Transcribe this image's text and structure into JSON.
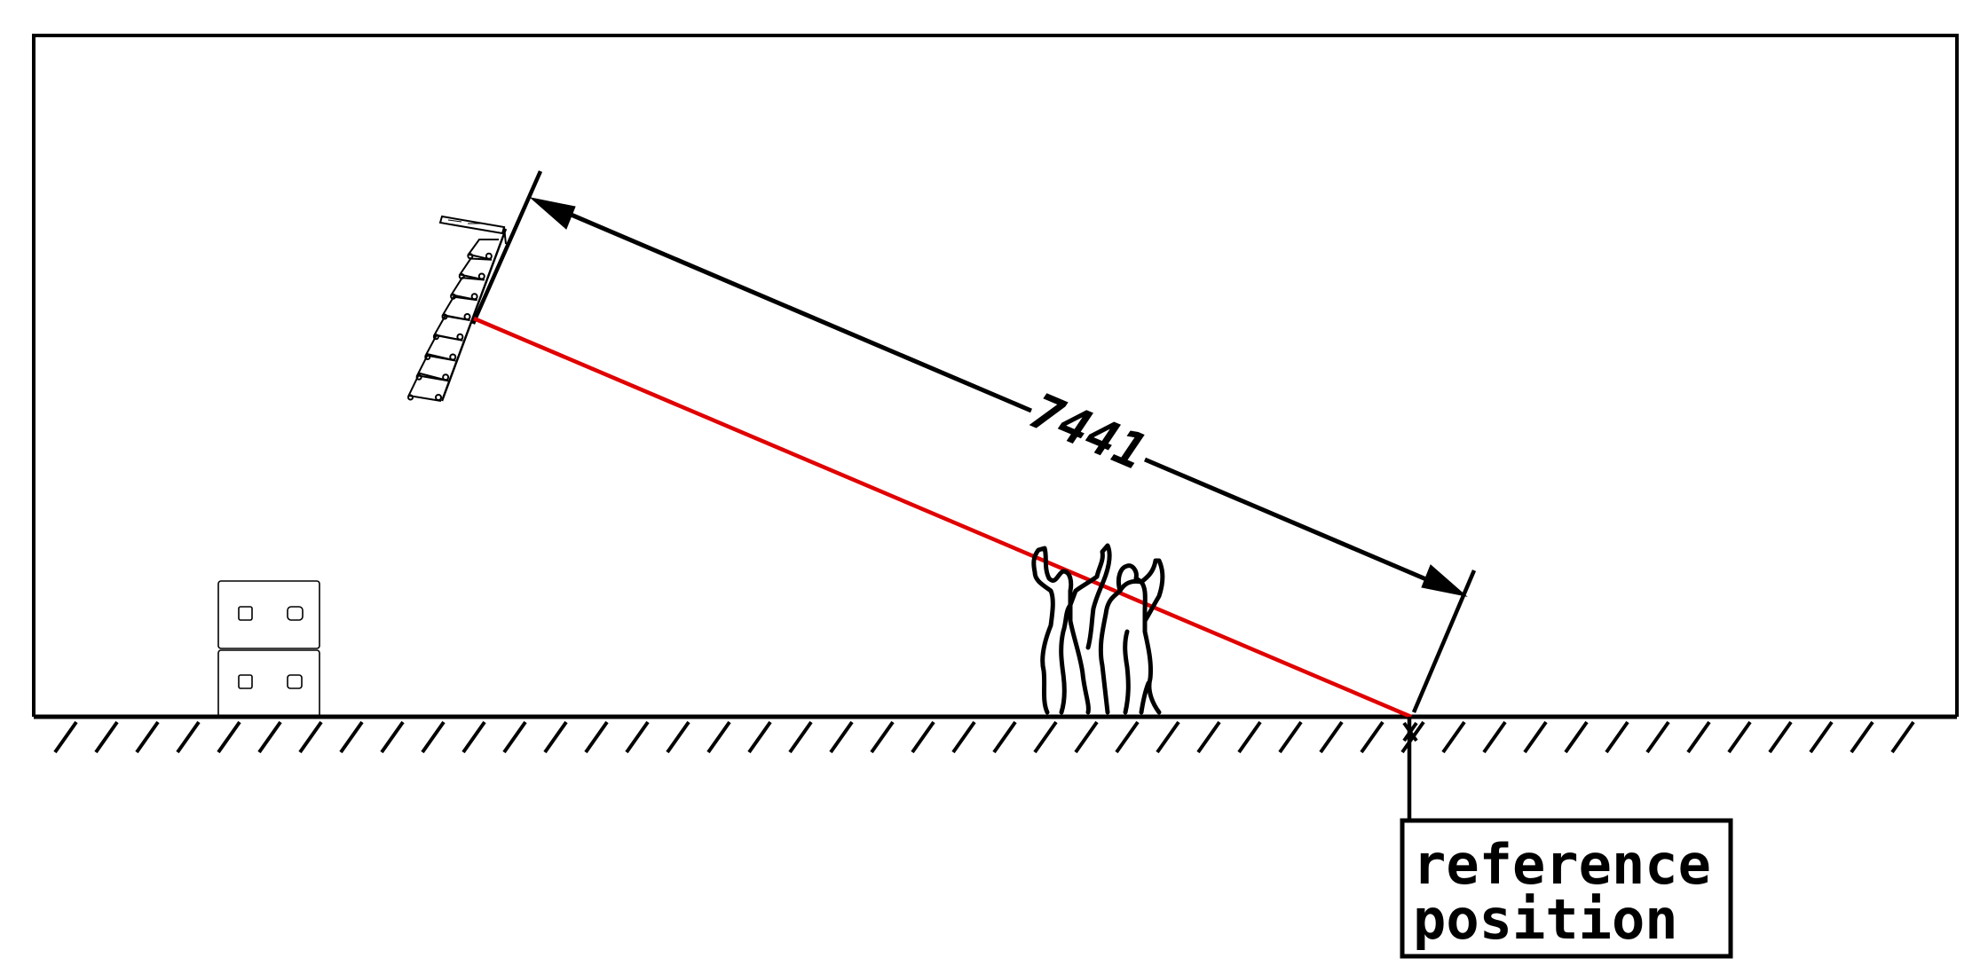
{
  "diagram": {
    "dimension": {
      "value": "7441"
    },
    "reference_label": {
      "line1": "reference",
      "line2": "position"
    },
    "colors": {
      "line": "#000000",
      "sight_line": "#e00000",
      "background": "#ffffff"
    },
    "icons": {
      "array": "line-array-speaker-icon",
      "subwoofers": "subwoofer-stack-icon",
      "audience": "audience-figures-icon",
      "ground": "ground-hatch-icon"
    }
  }
}
